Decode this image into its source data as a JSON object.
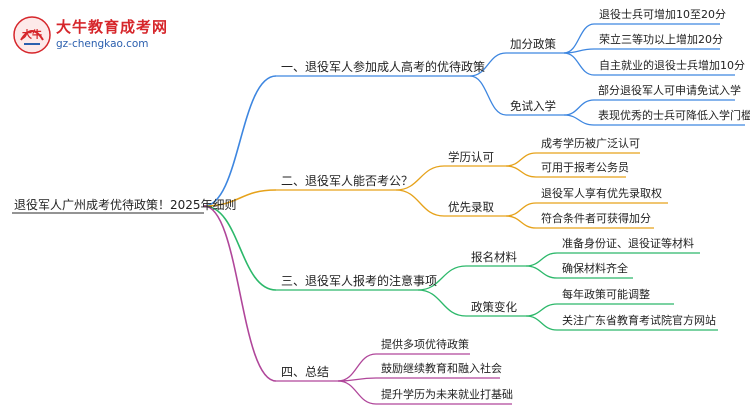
{
  "logo": {
    "title": "大牛教育成考网",
    "url": "gz-chengkao.com",
    "mark_text": "大牛"
  },
  "colors": {
    "blue": "#3d86e0",
    "orange": "#e6a21a",
    "green": "#2cb86a",
    "purple": "#b0469a",
    "root_line": "#555555"
  },
  "root": "退役军人广州成考优待政策！2025年细则",
  "branches": [
    {
      "label": "一、退役军人参加成人高考的优待政策",
      "color": "#3d86e0",
      "children": [
        {
          "label": "加分政策",
          "leaves": [
            "退役士兵可增加10至20分",
            "荣立三等功以上增加20分",
            "自主就业的退役士兵增加10分"
          ]
        },
        {
          "label": "免试入学",
          "leaves": [
            "部分退役军人可申请免试入学",
            "表现优秀的士兵可降低入学门槛"
          ]
        }
      ]
    },
    {
      "label": "二、退役军人能否考公？",
      "color": "#e6a21a",
      "children": [
        {
          "label": "学历认可",
          "leaves": [
            "成考学历被广泛认可",
            "可用于报考公务员"
          ]
        },
        {
          "label": "优先录取",
          "leaves": [
            "退役军人享有优先录取权",
            "符合条件者可获得加分"
          ]
        }
      ]
    },
    {
      "label": "三、退役军人报考的注意事项",
      "color": "#2cb86a",
      "children": [
        {
          "label": "报名材料",
          "leaves": [
            "准备身份证、退役证等材料",
            "确保材料齐全"
          ]
        },
        {
          "label": "政策变化",
          "leaves": [
            "每年政策可能调整",
            "关注广东省教育考试院官方网站"
          ]
        }
      ]
    },
    {
      "label": "四、总结",
      "color": "#b0469a",
      "children": [],
      "leaves": [
        "提供多项优待政策",
        "鼓励继续教育和融入社会",
        "提升学历为未来就业打基础"
      ]
    }
  ]
}
